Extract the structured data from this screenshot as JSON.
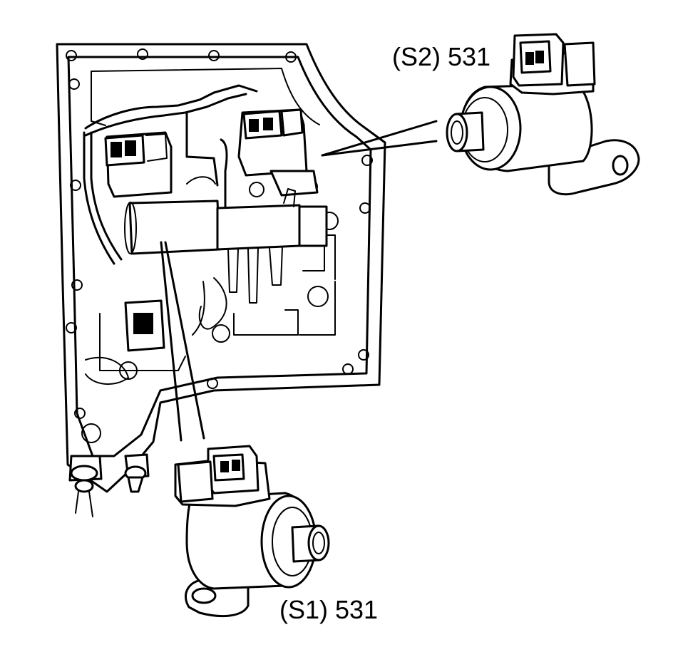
{
  "diagram": {
    "callouts": [
      {
        "id": "s2",
        "label": "(S2) 531"
      },
      {
        "id": "s1",
        "label": "(S1) 531"
      }
    ]
  }
}
